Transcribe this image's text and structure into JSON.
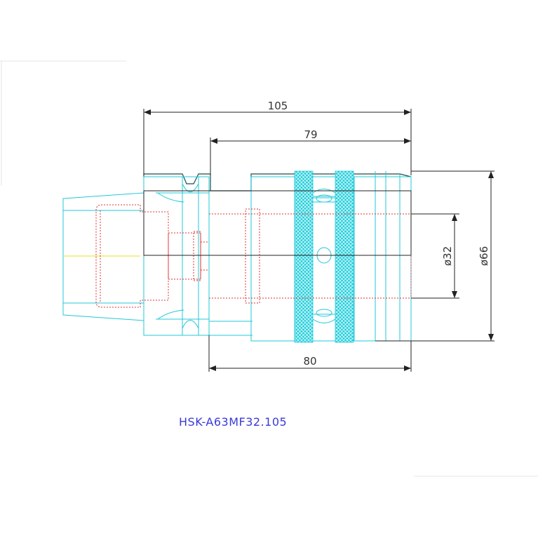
{
  "colors": {
    "body_outline": "#20c8d8",
    "knurl": "#22cfdc",
    "hidden_lines": "#e03030",
    "dimension_lines": "#222222",
    "part_label": "#3a3ad8"
  },
  "dimensions": {
    "overall_length": "105",
    "body_length": "79",
    "clamp_length": "80",
    "bore_diameter": "ø32",
    "outer_diameter": "ø66"
  },
  "part_number": "HSK-A63MF32.105"
}
